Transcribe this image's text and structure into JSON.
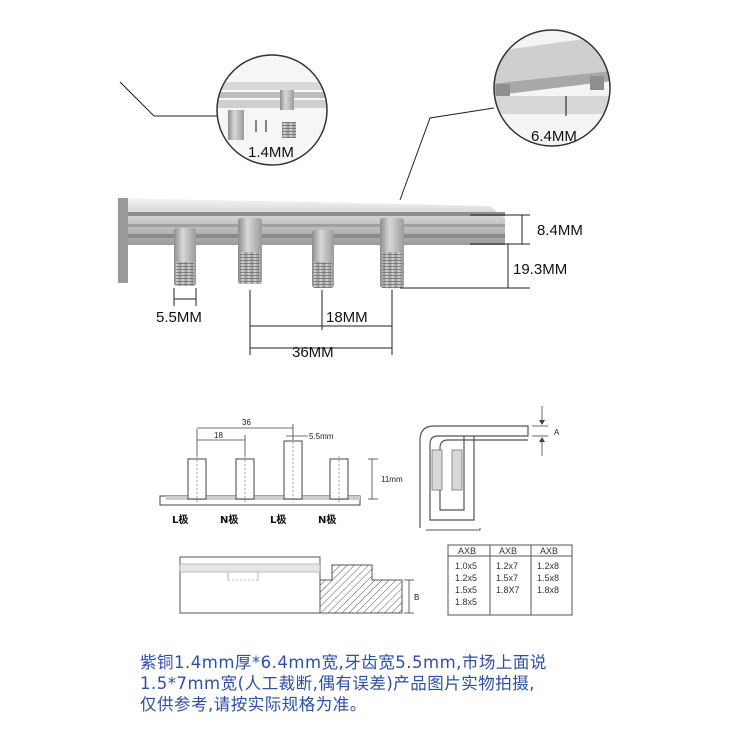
{
  "photo": {
    "callouts": {
      "left": "1.4MM",
      "right": "6.4MM"
    },
    "dimensions": {
      "height_top": "8.4MM",
      "height_total": "19.3MM",
      "tooth_width": "5.5MM",
      "pitch_half": "18MM",
      "pitch_full": "36MM"
    }
  },
  "drawing": {
    "front": {
      "pitch_full": "36",
      "pitch_half": "18",
      "tooth": "5.5mm",
      "height": "11mm",
      "poles": [
        "L极",
        "N极",
        "L极",
        "N极"
      ]
    },
    "side": {
      "label_a": "A"
    },
    "bar": {
      "label_b": "B"
    },
    "table": {
      "headers": [
        "AXB",
        "AXB",
        "AXB"
      ],
      "columns": [
        [
          "1.0x5",
          "1.2x5",
          "1.5x5",
          "1.8x5"
        ],
        [
          "1.2x7",
          "1.5x7",
          "1.8X7"
        ],
        [
          "1.2x8",
          "1.5x8",
          "1.8x8"
        ]
      ]
    }
  },
  "caption": {
    "lines": [
      "紫铜1.4mm厚*6.4mm宽,牙齿宽5.5mm,市场上面说",
      "1.5*7mm宽(人工裁断,偶有误差)产品图片实物拍摄,",
      "仅供参考,请按实际规格为准。"
    ]
  }
}
